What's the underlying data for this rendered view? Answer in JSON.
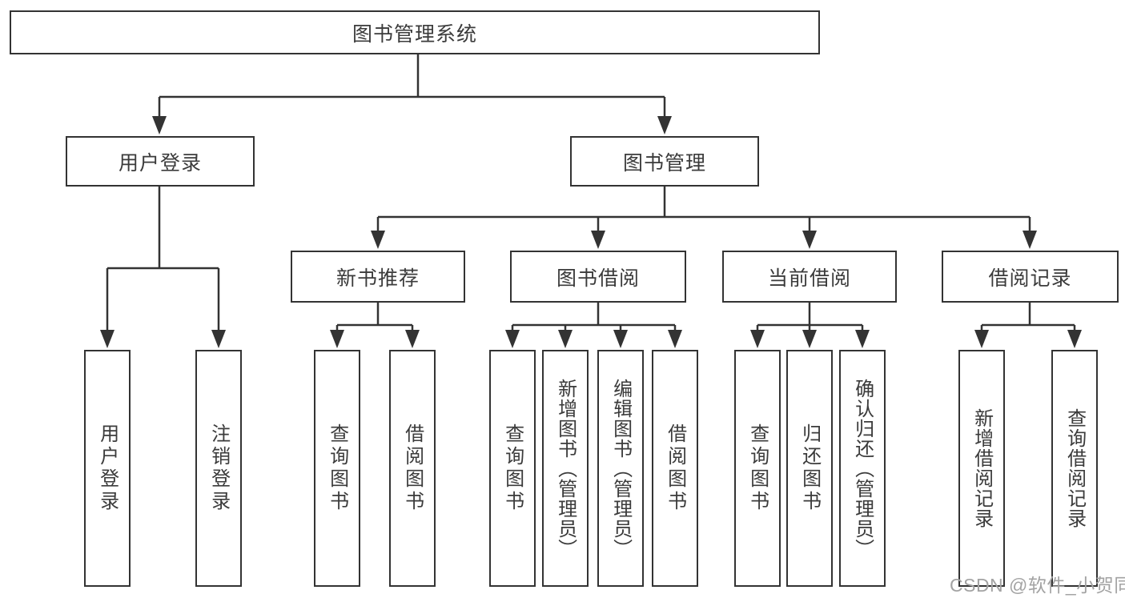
{
  "tree": {
    "root": {
      "label": "图书管理系统",
      "children": [
        {
          "label": "用户登录",
          "children": [
            {
              "label": "用户登录"
            },
            {
              "label": "注销登录"
            }
          ]
        },
        {
          "label": "图书管理",
          "children": [
            {
              "label": "新书推荐",
              "children": [
                {
                  "label": "查询图书"
                },
                {
                  "label": "借阅图书"
                }
              ]
            },
            {
              "label": "图书借阅",
              "children": [
                {
                  "label": "查询图书"
                },
                {
                  "label": "新增图书（管理员）"
                },
                {
                  "label": "编辑图书（管理员）"
                },
                {
                  "label": "借阅图书"
                }
              ]
            },
            {
              "label": "当前借阅",
              "children": [
                {
                  "label": "查询图书"
                },
                {
                  "label": "归还图书"
                },
                {
                  "label": "确认归还（管理员）"
                }
              ]
            },
            {
              "label": "借阅记录",
              "children": [
                {
                  "label": "新增借阅记录"
                },
                {
                  "label": "查询借阅记录"
                }
              ]
            }
          ]
        }
      ]
    }
  },
  "watermark": "CSDN @软件_小贺同学",
  "colors": {
    "line": "#333333",
    "text": "#3b3b3b",
    "watermark": "#a3a3a3",
    "background": "#ffffff"
  }
}
